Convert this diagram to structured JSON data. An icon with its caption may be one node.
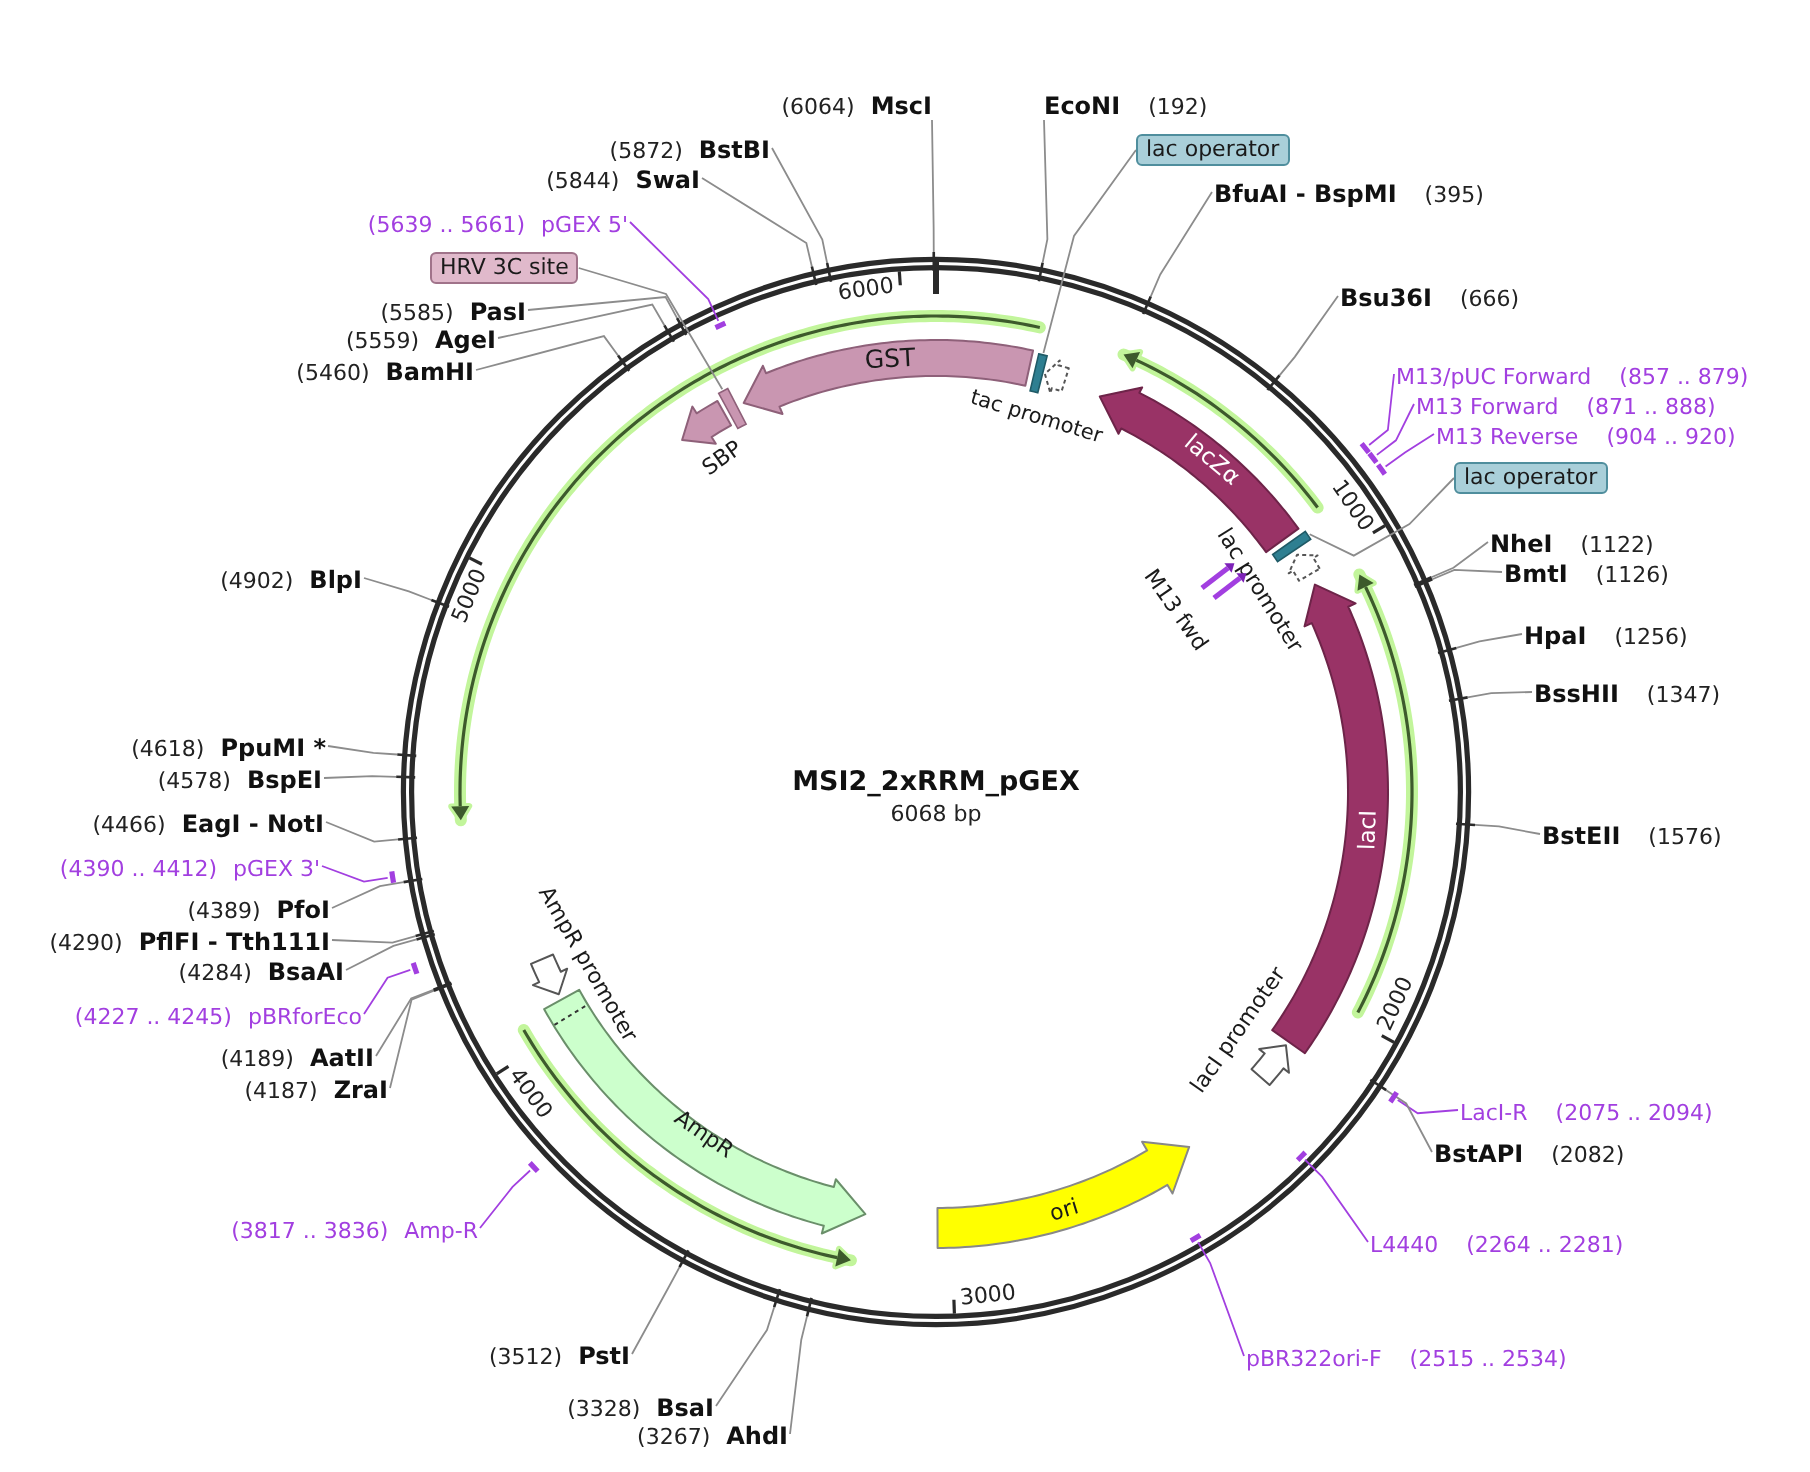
{
  "diagram": {
    "title": "MSI2_2xRRM_pGEX",
    "nodes": [
      {
        "text": [
          "(6064)",
          "MscI"
        ]
      },
      {
        "text": [
          "EcoNI",
          "(192)"
        ]
      },
      {
        "text": [
          "lac operator"
        ]
      },
      {
        "text": [
          "BfuAI - BspMI",
          "(395)"
        ]
      },
      {
        "text": [
          "Bsu36I",
          "(666)"
        ]
      },
      {
        "text": [
          "M13/pUC Forward",
          "(857 .. 879)"
        ]
      },
      {
        "text": [
          "M13 Forward",
          "(871 .. 888)"
        ]
      },
      {
        "text": [
          "M13 Reverse",
          "(904 .. 920)"
        ]
      },
      {
        "text": [
          "lac operator"
        ]
      },
      {
        "text": [
          "NheI",
          "(1122)"
        ]
      },
      {
        "text": [
          "BmtI",
          "(1126)"
        ]
      },
      {
        "text": [
          "HpaI",
          "(1256)"
        ]
      },
      {
        "text": [
          "BssHII",
          "(1347)"
        ]
      },
      {
        "text": [
          "BstEII",
          "(1576)"
        ]
      },
      {
        "text": [
          "LacI-R",
          "(2075 .. 2094)"
        ]
      },
      {
        "text": [
          "BstAPI",
          "(2082)"
        ]
      },
      {
        "text": [
          "L4440",
          "(2264 .. 2281)"
        ]
      },
      {
        "text": [
          "pBR322ori-F",
          "(2515 .. 2534)"
        ]
      },
      {
        "text": [
          "(3267)",
          "AhdI"
        ]
      },
      {
        "text": [
          "(3328)",
          "BsaI"
        ]
      },
      {
        "text": [
          "(3512)",
          "PstI"
        ]
      },
      {
        "text": [
          "(3817 .. 3836)",
          "Amp-R"
        ]
      },
      {
        "text": [
          "(4187)",
          "ZraI"
        ]
      },
      {
        "text": [
          "(4189)",
          "AatII"
        ]
      },
      {
        "text": [
          "(4227 .. 4245)",
          "pBRforEco"
        ]
      },
      {
        "text": [
          "(4284)",
          "BsaAI"
        ]
      },
      {
        "text": [
          "(4290)",
          "PflFI - Tth111I"
        ]
      },
      {
        "text": [
          "(4389)",
          "PfoI"
        ]
      },
      {
        "text": [
          "(4390 .. 4412)",
          "pGEX 3'"
        ]
      },
      {
        "text": [
          "(4466)",
          "EagI - NotI"
        ]
      },
      {
        "text": [
          "(4578)",
          "BspEI"
        ]
      },
      {
        "text": [
          "(4618)",
          "PpuMI *"
        ]
      },
      {
        "text": [
          "(4902)",
          "BlpI"
        ]
      },
      {
        "text": [
          "(5460)",
          "BamHI"
        ]
      },
      {
        "text": [
          "(5559)",
          "AgeI"
        ]
      },
      {
        "text": [
          "(5585)",
          "PasI"
        ]
      },
      {
        "text": [
          "HRV 3C site"
        ]
      },
      {
        "text": [
          "(5639 .. 5661)",
          "pGEX 5'"
        ]
      },
      {
        "text": [
          "(5844)",
          "SwaI"
        ]
      },
      {
        "text": [
          "(5872)",
          "BstBI"
        ]
      },
      {
        "text": [
          "GST"
        ]
      },
      {
        "text": [],
        "shape": "box"
      },
      {
        "text": [
          "SBP"
        ]
      },
      {
        "text": [],
        "shape": "box"
      },
      {
        "text": [
          "tac promoter"
        ]
      },
      {
        "text": [
          "lacZα"
        ]
      },
      {
        "text": [],
        "shape": "box"
      },
      {
        "text": [
          "lac promoter"
        ]
      },
      {
        "text": [
          "M13 fwd"
        ]
      },
      {
        "text": [
          "lacI"
        ]
      },
      {
        "text": [
          "lacI promoter"
        ]
      },
      {
        "text": [
          "ori"
        ]
      },
      {
        "text": [
          "AmpR"
        ]
      },
      {
        "text": [
          "AmpR promoter"
        ]
      },
      {
        "text": [],
        "shape": "tick"
      },
      {
        "text": [],
        "shape": "tick"
      },
      {
        "text": [],
        "shape": "tick"
      },
      {
        "text": [],
        "shape": "tick"
      },
      {
        "text": [],
        "shape": "tick"
      },
      {
        "text": [],
        "shape": "tick"
      },
      {
        "text": [],
        "shape": "tick"
      },
      {
        "text": [],
        "shape": "tick"
      },
      {
        "text": [],
        "shape": "tick"
      },
      {
        "text": [],
        "shape": "tick"
      },
      {
        "text": [],
        "shape": "tick"
      },
      {
        "text": [],
        "shape": "tick"
      },
      {
        "text": [],
        "shape": "tick"
      },
      {
        "text": [],
        "shape": "tick"
      },
      {
        "text": [],
        "shape": "tick"
      },
      {
        "text": [],
        "shape": "tick"
      },
      {
        "text": [],
        "shape": "tick"
      },
      {
        "text": [],
        "shape": "tick"
      },
      {
        "text": [],
        "shape": "tick"
      },
      {
        "text": [],
        "shape": "tick"
      },
      {
        "text": [],
        "shape": "tick"
      },
      {
        "text": [],
        "shape": "tick"
      },
      {
        "text": [],
        "shape": "tick"
      },
      {
        "text": [],
        "shape": "tick"
      },
      {
        "text": [],
        "shape": "tick"
      },
      {
        "text": [],
        "shape": "tick"
      },
      {
        "text": [],
        "shape": "tick"
      },
      {
        "text": [],
        "shape": "bar"
      },
      {
        "text": [],
        "shape": "bar"
      },
      {
        "text": [],
        "shape": "bar"
      },
      {
        "text": [],
        "shape": "bar"
      },
      {
        "text": [],
        "shape": "bar"
      },
      {
        "text": [],
        "shape": "bar"
      },
      {
        "text": [],
        "shape": "bar"
      },
      {
        "text": [],
        "shape": "bar"
      },
      {
        "text": [],
        "shape": "bar"
      },
      {
        "text": [],
        "shape": "bar"
      }
    ],
    "edges": [
      {
        "from": 0,
        "to": 54,
        "arrow": "none"
      },
      {
        "from": 1,
        "to": 55,
        "arrow": "none"
      },
      {
        "from": 2,
        "to": 43,
        "arrow": "none"
      },
      {
        "from": 3,
        "to": 58,
        "arrow": "none"
      },
      {
        "from": 4,
        "to": 62,
        "arrow": "none"
      },
      {
        "from": 5,
        "to": 82,
        "arrow": "none",
        "color": "#a23fe0"
      },
      {
        "from": 6,
        "to": 83,
        "arrow": "none",
        "color": "#a23fe0"
      },
      {
        "from": 7,
        "to": 84,
        "arrow": "none",
        "color": "#a23fe0"
      },
      {
        "from": 8,
        "to": 46,
        "arrow": "none"
      },
      {
        "from": 9,
        "to": 63,
        "arrow": "none"
      },
      {
        "from": 10,
        "to": 64,
        "arrow": "none"
      },
      {
        "from": 11,
        "to": 66,
        "arrow": "none"
      },
      {
        "from": 12,
        "to": 67,
        "arrow": "none"
      },
      {
        "from": 13,
        "to": 70,
        "arrow": "none"
      },
      {
        "from": 14,
        "to": 87,
        "arrow": "none",
        "color": "#a23fe0"
      },
      {
        "from": 15,
        "to": 77,
        "arrow": "none"
      },
      {
        "from": 16,
        "to": 88,
        "arrow": "none",
        "color": "#a23fe0"
      },
      {
        "from": 17,
        "to": 90,
        "arrow": "none",
        "color": "#a23fe0"
      },
      {
        "from": 18,
        "to": 80,
        "arrow": "none"
      },
      {
        "from": 19,
        "to": 79,
        "arrow": "none"
      },
      {
        "from": 20,
        "to": 78,
        "arrow": "none"
      },
      {
        "from": 21,
        "to": 89,
        "arrow": "none",
        "color": "#a23fe0"
      },
      {
        "from": 22,
        "to": 76,
        "arrow": "none"
      },
      {
        "from": 23,
        "to": 75,
        "arrow": "none"
      },
      {
        "from": 24,
        "to": 86,
        "arrow": "none",
        "color": "#a23fe0"
      },
      {
        "from": 25,
        "to": 74,
        "arrow": "none"
      },
      {
        "from": 26,
        "to": 73,
        "arrow": "none"
      },
      {
        "from": 27,
        "to": 72,
        "arrow": "none"
      },
      {
        "from": 28,
        "to": 85,
        "arrow": "none",
        "color": "#a23fe0"
      },
      {
        "from": 29,
        "to": 71,
        "arrow": "none"
      },
      {
        "from": 30,
        "to": 69,
        "arrow": "none"
      },
      {
        "from": 31,
        "to": 68,
        "arrow": "none"
      },
      {
        "from": 32,
        "to": 65,
        "arrow": "none"
      },
      {
        "from": 33,
        "to": 61,
        "arrow": "none"
      },
      {
        "from": 34,
        "to": 60,
        "arrow": "none"
      },
      {
        "from": 35,
        "to": 59,
        "arrow": "none"
      },
      {
        "from": 36,
        "to": 41,
        "arrow": "none"
      },
      {
        "from": 37,
        "to": 81,
        "arrow": "none",
        "color": "#a23fe0"
      },
      {
        "from": 38,
        "to": 57,
        "arrow": "none"
      },
      {
        "from": 39,
        "to": 56,
        "arrow": "none"
      }
    ],
    "labels": [
      "6068 bp",
      "1000",
      "2000",
      "3000",
      "4000",
      "5000",
      "6000"
    ]
  }
}
